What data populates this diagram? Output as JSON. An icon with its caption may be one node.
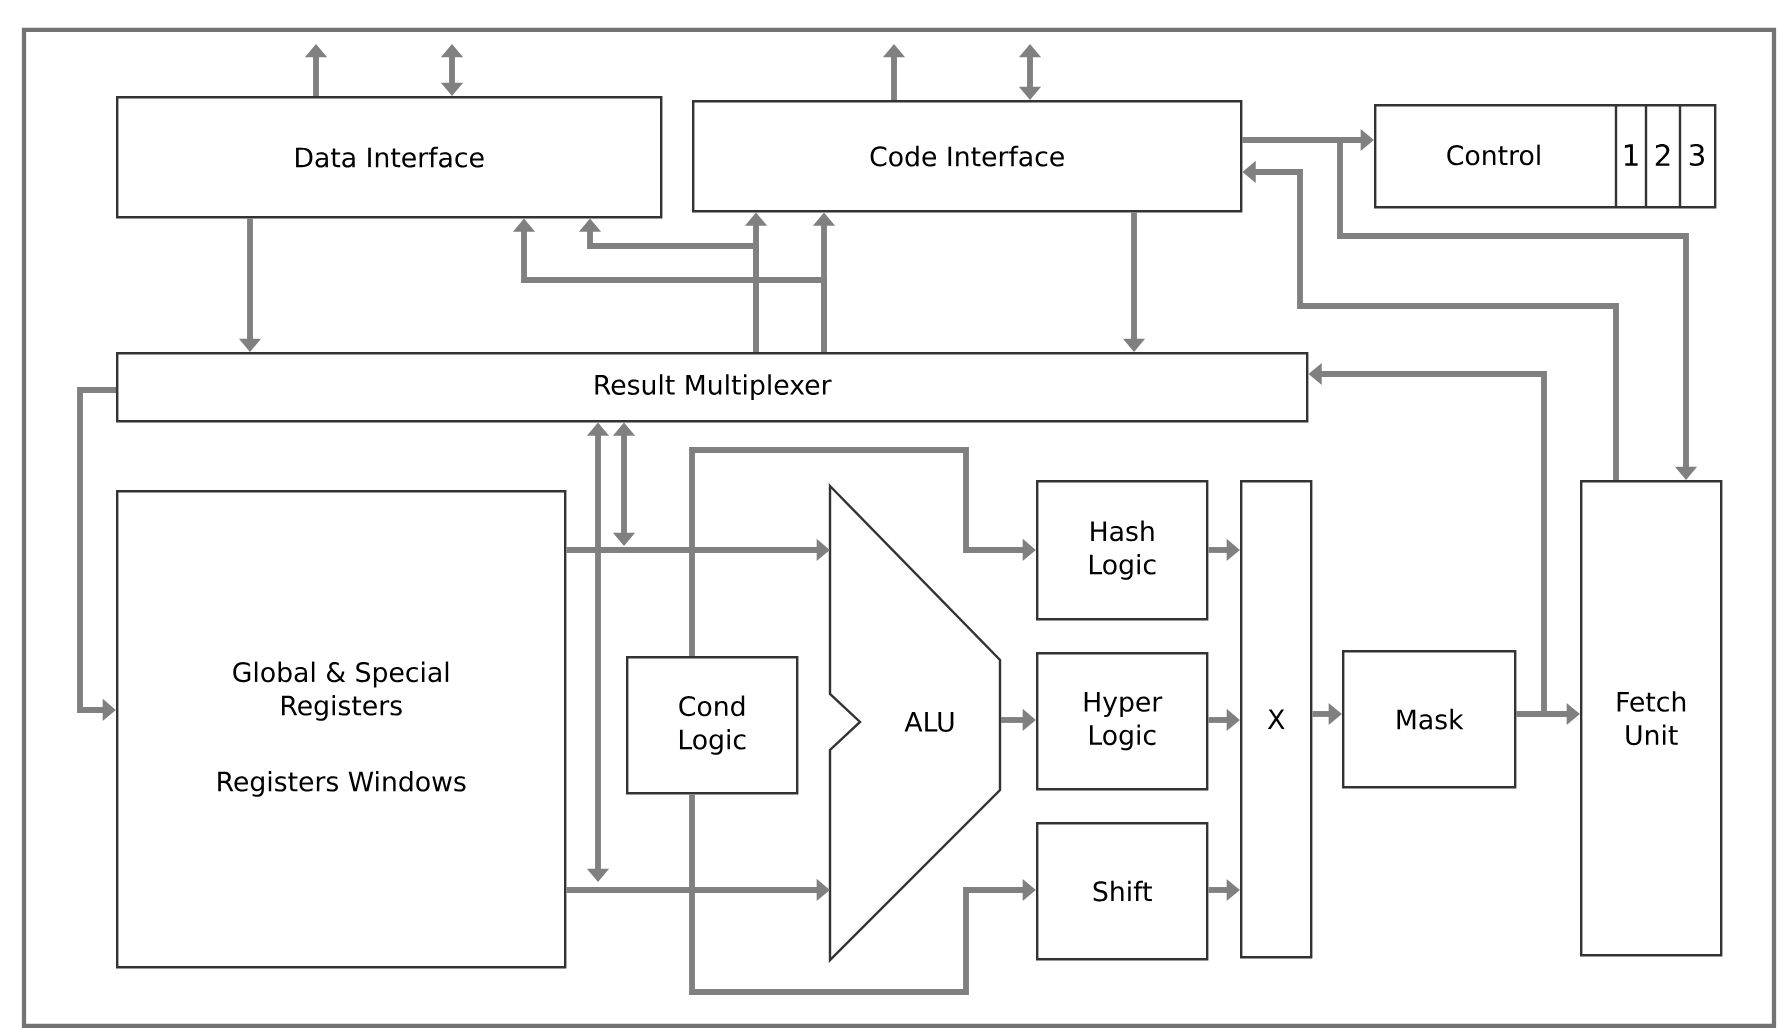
{
  "diagram": {
    "nodes": [
      {
        "text": [
          "Data Interface"
        ]
      },
      {
        "text": [
          "Code Interface"
        ]
      },
      {
        "text": [
          "Control",
          "1",
          "2",
          "3"
        ]
      },
      {
        "text": [
          "Result Multiplexer"
        ]
      },
      {
        "text": [
          "Global & Special Registers",
          "Registers Windows"
        ]
      },
      {
        "text": [
          "Cond Logic"
        ]
      },
      {
        "text": [
          "ALU"
        ]
      },
      {
        "text": [
          "Hash Logic"
        ]
      },
      {
        "text": [
          "Hyper Logic"
        ]
      },
      {
        "text": [
          "Shift"
        ]
      },
      {
        "text": [
          "X"
        ]
      },
      {
        "text": [
          "Mask"
        ]
      },
      {
        "text": [
          "Fetch Unit"
        ]
      }
    ],
    "edges": [
      {
        "from": 0,
        "to": null,
        "arrow": "to"
      },
      {
        "from": 0,
        "to": null,
        "arrow": "both"
      },
      {
        "from": 1,
        "to": null,
        "arrow": "to"
      },
      {
        "from": 1,
        "to": null,
        "arrow": "both"
      },
      {
        "from": 0,
        "to": 3,
        "arrow": "to"
      },
      {
        "from": 3,
        "to": 1,
        "arrow": "to"
      },
      {
        "from": 3,
        "to": 0,
        "arrow": "to"
      },
      {
        "from": 3,
        "to": 1,
        "arrow": "to"
      },
      {
        "from": 3,
        "to": 0,
        "arrow": "to"
      },
      {
        "from": 1,
        "to": 3,
        "arrow": "to"
      },
      {
        "from": 1,
        "to": 2,
        "arrow": "to"
      },
      {
        "from": 1,
        "to": 12,
        "arrow": "to"
      },
      {
        "from": 12,
        "to": 1,
        "arrow": "to"
      },
      {
        "from": 3,
        "to": 4,
        "arrow": "to"
      },
      {
        "from": 11,
        "to": 12,
        "arrow": "to"
      },
      {
        "from": 11,
        "to": 3,
        "arrow": "to"
      },
      {
        "from": 4,
        "to": 6,
        "arrow": "to"
      },
      {
        "from": 4,
        "to": 6,
        "arrow": "to"
      },
      {
        "from": 3,
        "to": null,
        "arrow": "both"
      },
      {
        "from": 3,
        "to": null,
        "arrow": "both"
      },
      {
        "from": 5,
        "to": 7,
        "arrow": "to"
      },
      {
        "from": 5,
        "to": 9,
        "arrow": "to"
      },
      {
        "from": 6,
        "to": 8,
        "arrow": "to"
      },
      {
        "from": 7,
        "to": 10,
        "arrow": "to"
      },
      {
        "from": 8,
        "to": 10,
        "arrow": "to"
      },
      {
        "from": 9,
        "to": 10,
        "arrow": "to"
      },
      {
        "from": 10,
        "to": 11,
        "arrow": "to"
      }
    ]
  }
}
